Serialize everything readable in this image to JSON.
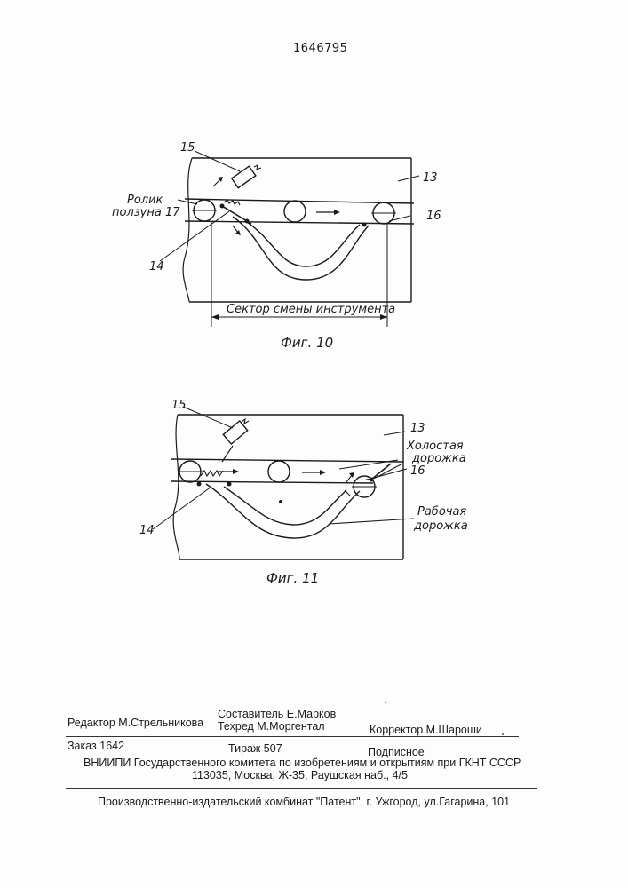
{
  "patent_number": "1646795",
  "fig10": {
    "caption": "Фиг. 10",
    "label_15": "15",
    "label_13": "13",
    "label_roller_line1": "Ролик",
    "label_roller_line2": "ползуна 17",
    "label_14": "14",
    "label_16": "16",
    "sector_label": "Сектор смены инструмента"
  },
  "fig11": {
    "caption": "Фиг. 11",
    "label_15": "15",
    "label_13": "13",
    "idle_track_line1": "Холостая",
    "idle_track_line2": "дорожка",
    "label_16": "16",
    "label_14": "14",
    "work_track_line1": "Рабочая",
    "work_track_line2": "дорожка"
  },
  "imprint": {
    "editor": "Редактор  М.Стрельникова",
    "compiler": "Составитель  Е.Марков",
    "techred": "Техред М.Моргентал",
    "corrector": "Корректор  М.Шароши",
    "order": "Заказ  1642",
    "circulation": "Тираж  507",
    "subscription": "Подписное",
    "institute": "ВНИИПИ Государственного комитета по изобретениям и открытиям при ГКНТ СССР",
    "address": "113035, Москва, Ж-35, Раушская наб., 4/5",
    "publisher": "Производственно-издательский комбинат \"Патент\", г. Ужгород, ул.Гагарина, 101"
  }
}
